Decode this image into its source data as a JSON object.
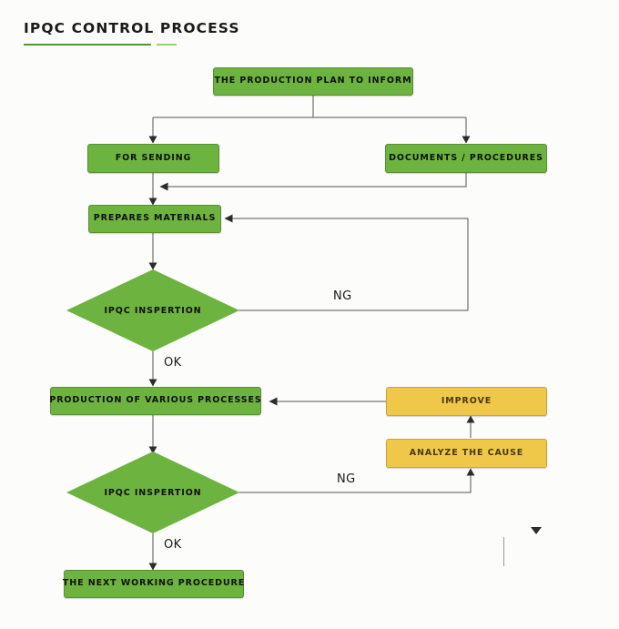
{
  "page": {
    "title": "IPQC CONTROL PROCESS",
    "background_color": "#FCFCFA",
    "green": "#6DB33F",
    "amber": "#EFC84A",
    "line_color": "#555555",
    "rule_dark": "#4F9A2A",
    "rule_light": "#96D36A"
  },
  "nodes": {
    "production_plan": {
      "label": "THE PRODUCTION PLAN TO INFORM",
      "shape": "box",
      "color": "green"
    },
    "for_sending": {
      "label": "FOR SENDING",
      "shape": "box",
      "color": "green"
    },
    "documents_procedures": {
      "label": "DOCUMENTS / PROCEDURES",
      "shape": "box",
      "color": "green"
    },
    "prepares_materials": {
      "label": "PREPARES MATERIALS",
      "shape": "box",
      "color": "green"
    },
    "ipqc_inspection_1": {
      "label": "IPQC INSPERTION",
      "shape": "diamond",
      "color": "green"
    },
    "production_processes": {
      "label": "PRODUCTION OF VARIOUS PROCESSES",
      "shape": "box",
      "color": "green"
    },
    "improve": {
      "label": "IMPROVE",
      "shape": "box",
      "color": "amber"
    },
    "analyze_the_cause": {
      "label": "ANALYZE THE CAUSE",
      "shape": "box",
      "color": "amber"
    },
    "ipqc_inspection_2": {
      "label": "IPQC INSPERTION",
      "shape": "diamond",
      "color": "green"
    },
    "next_working_procedure": {
      "label": "THE NEXT WORKING PROCEDURE",
      "shape": "box",
      "color": "green"
    }
  },
  "edge_labels": {
    "ng_top": "NG",
    "ok_top": "OK",
    "ng_bottom": "NG",
    "ok_bottom": "OK"
  }
}
